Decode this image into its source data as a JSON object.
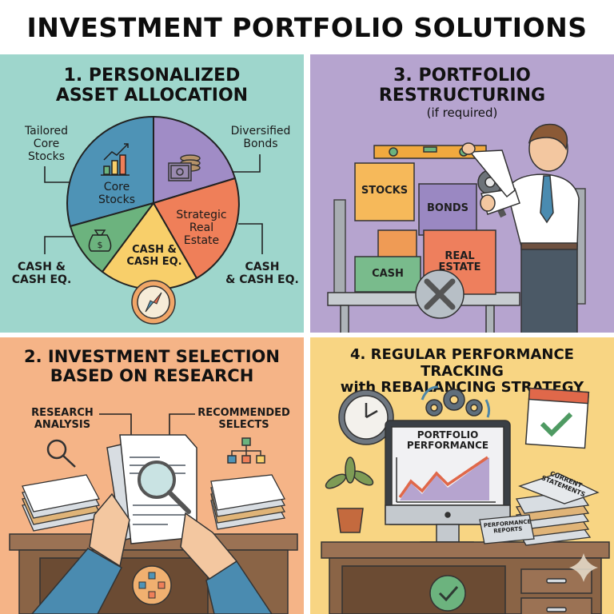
{
  "header": {
    "title": "INVESTMENT PORTFOLIO SOLUTIONS"
  },
  "panels": {
    "allocation": {
      "title_line1": "1. PERSONALIZED",
      "title_line2": "ASSET ALLOCATION",
      "bg_color": "#9ed6cc",
      "callouts": {
        "top_left": [
          "Tailored",
          "Core",
          "Stocks"
        ],
        "top_right": [
          "Diversified",
          "Bonds"
        ],
        "bottom_left": [
          "CASH &",
          "CASH EQ."
        ],
        "bottom_right": [
          "CASH",
          "& CASH EQ."
        ]
      },
      "pie_slices": [
        {
          "label_line1": "Core",
          "label_line2": "Stocks",
          "color": "#4e93b6",
          "icon": "bar-chart-trend-icon"
        },
        {
          "label_line1": "",
          "label_line2": "",
          "color": "#a08cc6",
          "icon": "cash-and-coins-icon"
        },
        {
          "label_line1": "Strategic",
          "label_line2": "Real",
          "label_line3": "Estate",
          "color": "#ef7f59"
        },
        {
          "label_line1": "CASH &",
          "label_line2": "CASH EQ.",
          "color": "#f8cf6a"
        },
        {
          "label_line1": "",
          "label_line2": "",
          "color": "#6cb37e",
          "icon": "money-bag-icon"
        }
      ],
      "compass_icon": "compass-icon"
    },
    "restructuring": {
      "title_line1": "3. PORTFOLIO",
      "title_line2": "RESTRUCTURING",
      "subtitle": "(if required)",
      "bg_color": "#b6a4cf",
      "boxes": {
        "stocks": "STOCKS",
        "bonds": "BONDS",
        "cash": "CASH",
        "real_estate_line1": "REAL",
        "real_estate_line2": "ESTATE"
      },
      "icons": [
        "spirit-level-icon",
        "gear-wrench-icon",
        "crossed-wrenches-icon",
        "businessman-icon"
      ]
    },
    "selection": {
      "title_line1": "2. INVESTMENT SELECTION",
      "title_line2": "BASED ON RESEARCH",
      "bg_color": "#f5b487",
      "callouts": {
        "left": [
          "RESEARCH",
          "ANALYSIS"
        ],
        "right": [
          "RECOMMENDED",
          "SELECTS"
        ]
      },
      "icons": [
        "magnifier-icon",
        "org-chart-icon",
        "document-magnifier-icon",
        "workflow-cycle-icon"
      ]
    },
    "tracking": {
      "title_line1": "4. REGULAR PERFORMANCE TRACKING",
      "title_line2": "with REBALANCING STRATEGY",
      "bg_color": "#f8d583",
      "monitor": {
        "line1": "PORTFOLIO",
        "line2": "PERFORMANCE"
      },
      "stack_label_line1": "CURRENT",
      "stack_label_line2": "STATEMENTS",
      "reports_label_line1": "PERFORMANCE",
      "reports_label_line2": "REPORTS",
      "icons": [
        "clock-icon",
        "rotating-gears-icon",
        "calendar-check-icon",
        "plant-icon",
        "check-badge-icon"
      ]
    }
  }
}
